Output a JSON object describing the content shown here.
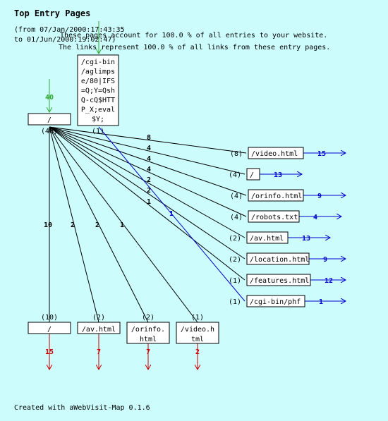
{
  "title": "Top Entry Pages",
  "period_line1": "(from 07/Jan/2000:17:43:35",
  "period_line2": "to 01/Jun/2000:19:02:47)",
  "summary_line1": "These pages account for 100.0 % of all entries to your website.",
  "summary_line2": "The links represent 100.0 % of all links from these entry pages.",
  "footer": "Created with aWebVisit-Map 0.1.6",
  "colors": {
    "in": "#33aa33",
    "link": "#0000cc",
    "out": "#cc0000",
    "edge": "#000000",
    "bg": "#ccfcfc"
  },
  "entry_nodes": [
    {
      "id": "root",
      "label": [
        "/"
      ],
      "entries": "40",
      "count": "(40)"
    },
    {
      "id": "cgi",
      "label": [
        "/cgi-bin",
        "/aglimps",
        "e/80|IFS",
        "=Q;Y=Qsh",
        "Q-cQ$HTT",
        "P_X;eval",
        "$Y;"
      ],
      "entries": "",
      "count": "(1)"
    }
  ],
  "right_targets": [
    {
      "count": "(8)",
      "label": "/video.html",
      "links": "15"
    },
    {
      "count": "(4)",
      "label": "/",
      "links": "13"
    },
    {
      "count": "(4)",
      "label": "/orinfo.html",
      "links": "9"
    },
    {
      "count": "(4)",
      "label": "/robots.txt",
      "links": "4"
    },
    {
      "count": "(2)",
      "label": "/av.html",
      "links": "13"
    },
    {
      "count": "(2)",
      "label": "/location.html",
      "links": "9"
    },
    {
      "count": "(1)",
      "label": "/features.html",
      "links": "12"
    },
    {
      "count": "(1)",
      "label": "/cgi-bin/phf",
      "links": "1"
    }
  ],
  "right_edge_labels": [
    "8",
    "4",
    "4",
    "4",
    "2",
    "2",
    "1"
  ],
  "cgi_edge_label": "1",
  "bottom_targets": [
    {
      "count": "(10)",
      "label": [
        "/"
      ],
      "edge": "10",
      "exits": "15"
    },
    {
      "count": "(2)",
      "label": [
        "/av.html"
      ],
      "edge": "2",
      "exits": "7"
    },
    {
      "count": "(2)",
      "label": [
        "/orinfo.",
        "html"
      ],
      "edge": "2",
      "exits": "7"
    },
    {
      "count": "(1)",
      "label": [
        "/video.h",
        "tml"
      ],
      "edge": "1",
      "exits": "2"
    }
  ]
}
